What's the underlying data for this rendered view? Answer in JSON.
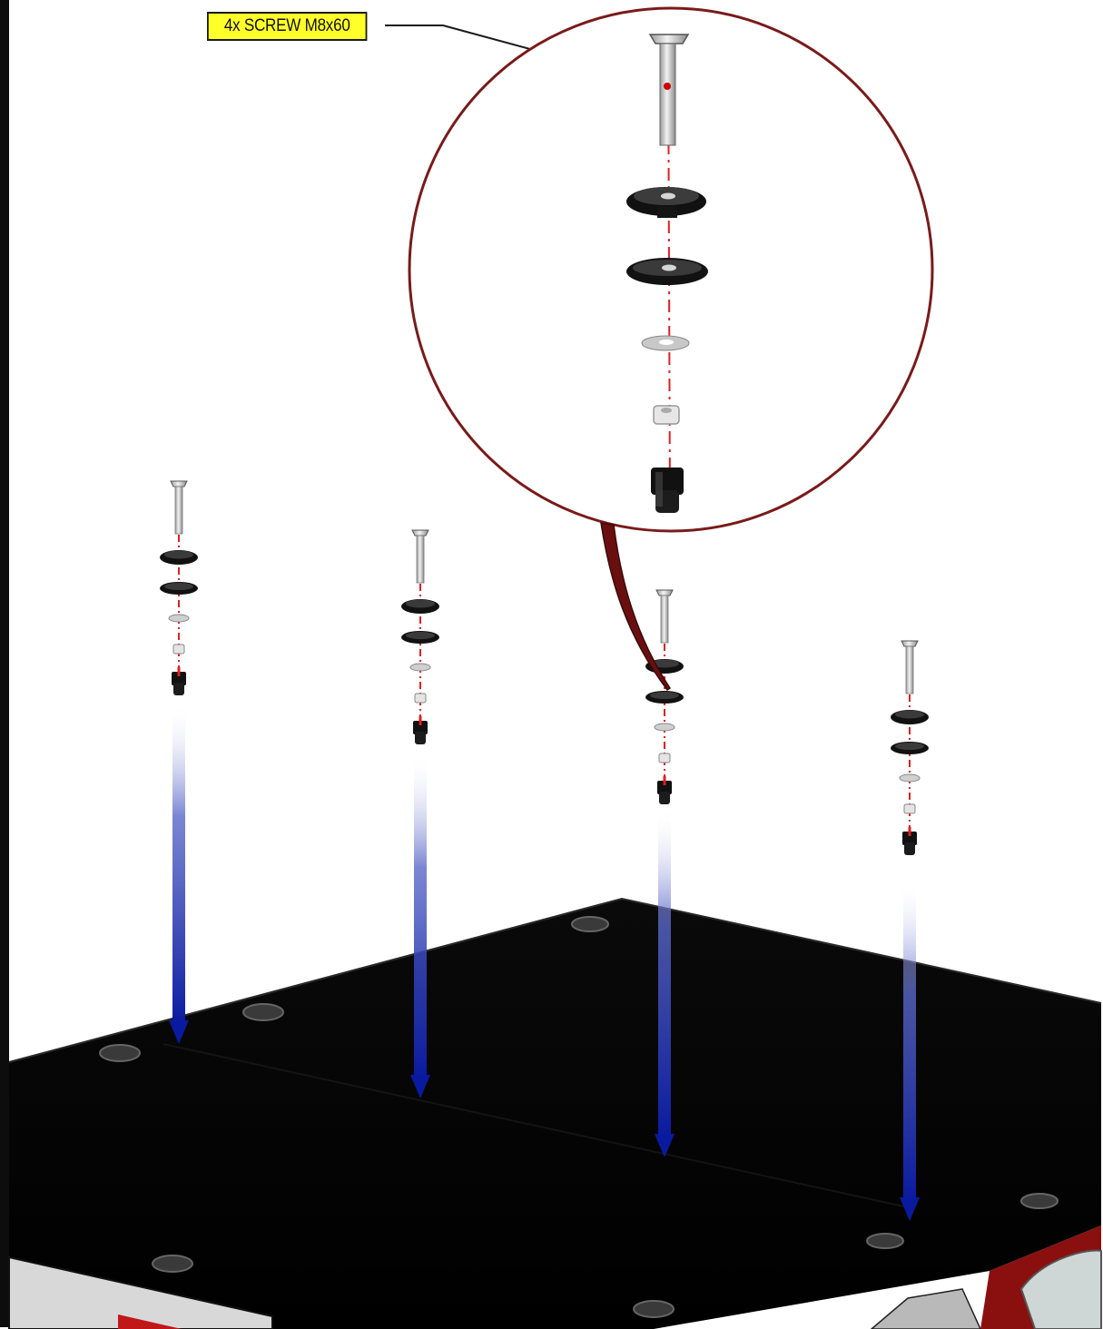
{
  "callout": {
    "label": "4x SCREW M8x60"
  },
  "colors": {
    "label_background": "#ffff2a",
    "detail_circle": "#7a1a1a",
    "insertion_arrow": "#0a1aa0",
    "centerline": "#e02020",
    "panel": "#000000",
    "frame_red": "#c01818"
  },
  "parts": {
    "stack_order_top_to_bottom": [
      "screw",
      "flanged-washer",
      "washer",
      "small-washer",
      "nut",
      "cap-nut"
    ],
    "assembly_count": 4
  },
  "icons": {
    "label": "callout-label",
    "zoom": "detail-magnifier-circle",
    "arrow": "insertion-arrow"
  }
}
